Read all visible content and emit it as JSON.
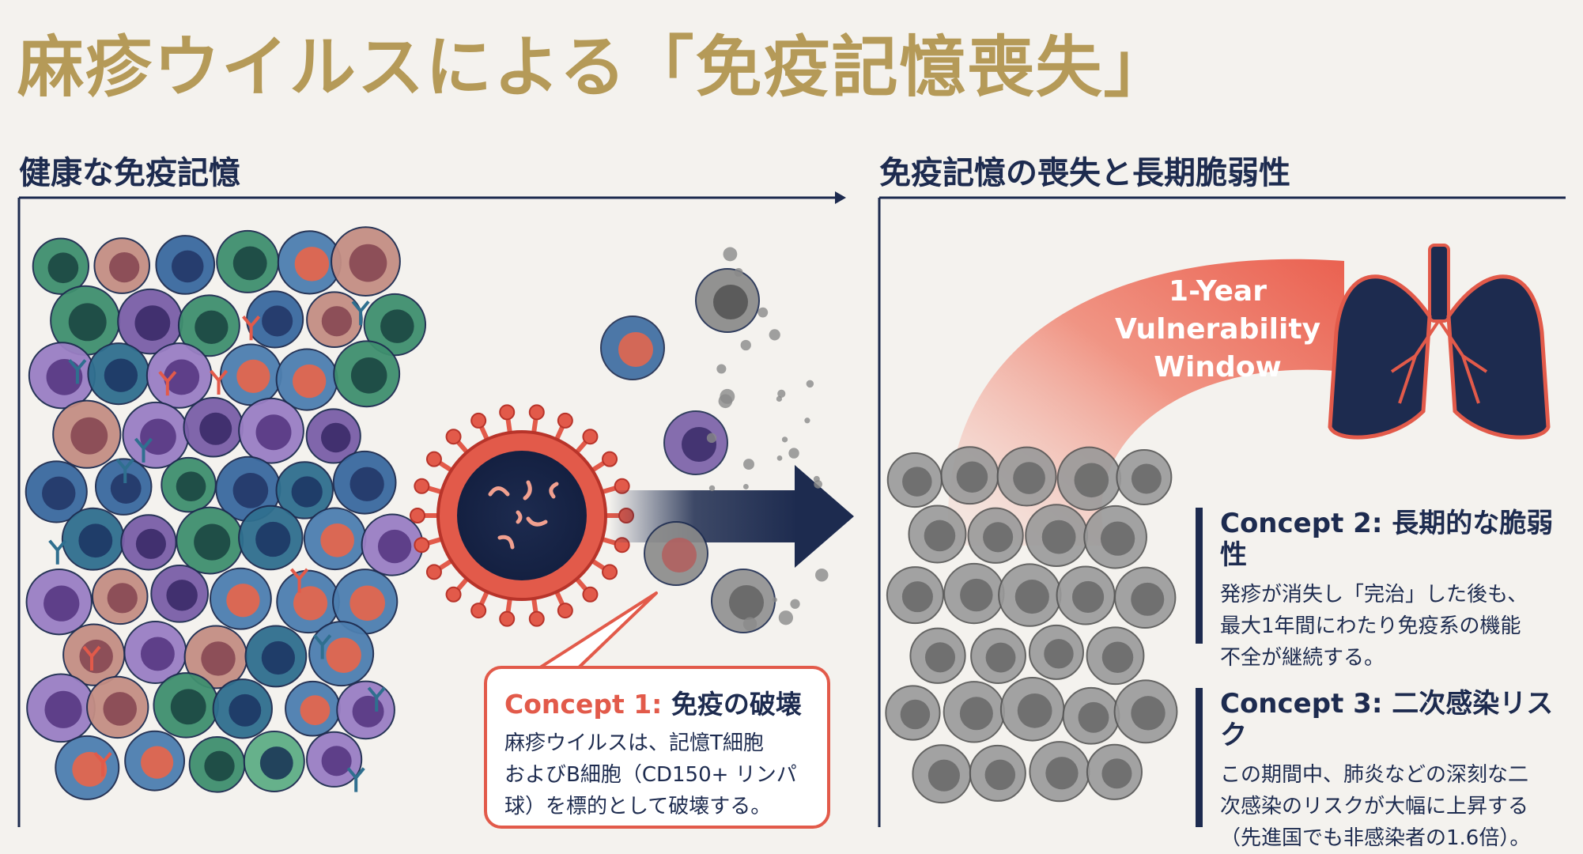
{
  "title": "麻疹ウイルスによる「免疫記憶喪失」",
  "left_section": {
    "label": "健康な免疫記憶"
  },
  "right_section": {
    "label": "免疫記憶の喪失と長期脆弱性"
  },
  "arc_label": {
    "line1": "1-Year",
    "line2": "Vulnerability",
    "line3": "Window"
  },
  "concept1": {
    "tag": "Concept 1:",
    "heading": "免疫の破壊",
    "lines": [
      "麻疹ウイルスは、記憶T細胞",
      "およびB細胞（CD150+ リンパ",
      "球）を標的として破壊する。"
    ]
  },
  "concept2": {
    "tag": "Concept 2:",
    "heading": "長期的な脆弱性",
    "lines": [
      "発疹が消失し「完治」した後も、",
      "最大1年間にわたり免疫系の機能",
      "不全が継続する。"
    ]
  },
  "concept3": {
    "tag": "Concept 3:",
    "heading": "二次感染リスク",
    "lines": [
      "この期間中、肺炎などの深刻な二",
      "次感染のリスクが大幅に上昇する",
      "（先進国でも非感染者の1.6倍）。"
    ]
  },
  "colors": {
    "navy": "#1d2b4f",
    "accent_red": "#e25a4a",
    "title_gold": "#b59a58",
    "background": "#f4f2ee"
  }
}
